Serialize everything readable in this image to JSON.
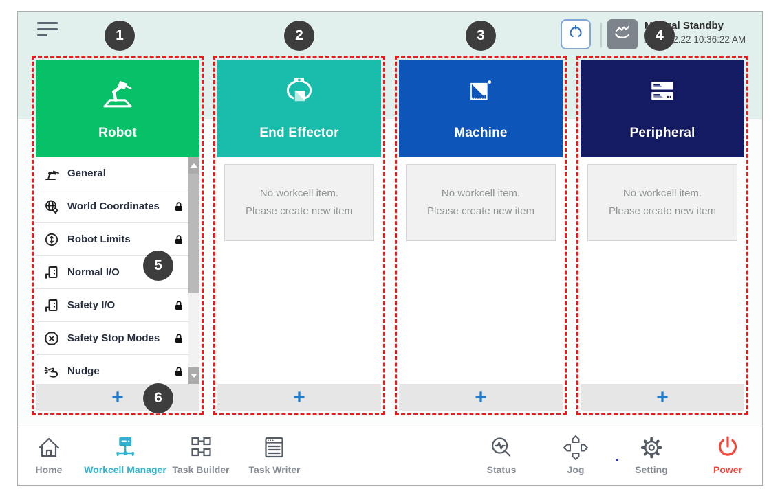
{
  "topbar": {
    "status_title": "Manual Standby",
    "status_datetime": "2022.02.22 10:36:22 AM"
  },
  "callouts": {
    "c1": "1",
    "c2": "2",
    "c3": "3",
    "c4": "4",
    "c5": "5",
    "c6": "6"
  },
  "columns": {
    "robot": {
      "title": "Robot",
      "header_color": "#06c167",
      "items": [
        {
          "label": "General",
          "locked": false
        },
        {
          "label": "World Coordinates",
          "locked": true
        },
        {
          "label": "Robot Limits",
          "locked": true
        },
        {
          "label": "Normal I/O",
          "locked": false
        },
        {
          "label": "Safety I/O",
          "locked": true
        },
        {
          "label": "Safety Stop Modes",
          "locked": true
        },
        {
          "label": "Nudge",
          "locked": true
        }
      ],
      "add_label": "+"
    },
    "end_effector": {
      "title": "End Effector",
      "header_color": "#1abcab",
      "empty_line1": "No workcell item.",
      "empty_line2": "Please create new item",
      "add_label": "+"
    },
    "machine": {
      "title": "Machine",
      "header_color": "#0d55b8",
      "empty_line1": "No workcell item.",
      "empty_line2": "Please create new item",
      "add_label": "+"
    },
    "peripheral": {
      "title": "Peripheral",
      "header_color": "#141b63",
      "empty_line1": "No workcell item.",
      "empty_line2": "Please create new item",
      "add_label": "+"
    }
  },
  "nav": {
    "home": "Home",
    "workcell_manager": "Workcell Manager",
    "task_builder": "Task Builder",
    "task_writer": "Task Writer",
    "status": "Status",
    "jog": "Jog",
    "setting": "Setting",
    "power": "Power"
  },
  "colors": {
    "dashed_highlight": "#e81c1c",
    "callout_background": "#3d3d3d",
    "add_button": "#1b7ed3",
    "nav_active": "#2fb3d1",
    "power_red": "#f2473b",
    "top_band": "#e1f0ec"
  }
}
